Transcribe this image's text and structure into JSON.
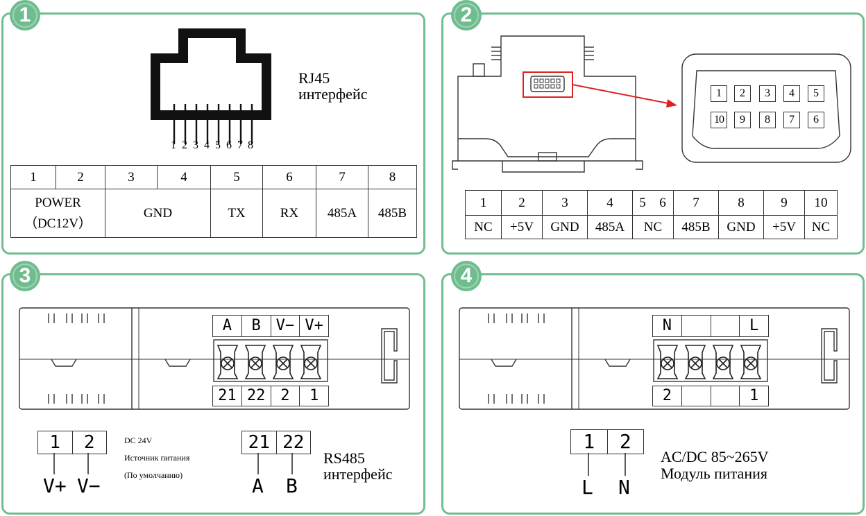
{
  "accent_color": "#6fbd8f",
  "highlight_color": "#e02020",
  "panel1": {
    "badge": "1",
    "title_line1": "RJ45",
    "title_line2": "интерфейс",
    "pin_numbers": [
      "1",
      "2",
      "3",
      "4",
      "5",
      "6",
      "7",
      "8"
    ],
    "header": [
      "1",
      "2",
      "3",
      "4",
      "5",
      "6",
      "7",
      "8"
    ],
    "power_line1": "POWER",
    "power_line2": "（DC12V）",
    "gnd": "GND",
    "tx": "TX",
    "rx": "RX",
    "a485": "485A",
    "b485": "485B"
  },
  "panel2": {
    "badge": "2",
    "connector_top": [
      "1",
      "2",
      "3",
      "4",
      "5"
    ],
    "connector_bottom": [
      "10",
      "9",
      "8",
      "7",
      "6"
    ],
    "header": [
      "1",
      "2",
      "3",
      "4",
      "5",
      "6",
      "7",
      "8",
      "9",
      "10"
    ],
    "values": [
      "NC",
      "+5V",
      "GND",
      "485A",
      "NC",
      "485B",
      "GND",
      "+5V",
      "NC"
    ]
  },
  "panel3": {
    "badge": "3",
    "term_top": [
      "A",
      "B",
      "V−",
      "V+"
    ],
    "term_bottom": [
      "21",
      "22",
      "2",
      "1"
    ],
    "power_box": [
      "1",
      "2"
    ],
    "power_labels": [
      "V+",
      "V−"
    ],
    "dc_line1": "DC 24V",
    "dc_line2": "Источник питания",
    "dc_line3": "(По умолчанию)",
    "rs_box": [
      "21",
      "22"
    ],
    "rs_labels": [
      "A",
      "B"
    ],
    "rs_line1": "RS485",
    "rs_line2": "интерфейс"
  },
  "panel4": {
    "badge": "4",
    "term_top": [
      "N",
      "",
      "",
      "L"
    ],
    "term_bottom": [
      "2",
      "",
      "",
      "1"
    ],
    "box": [
      "1",
      "2"
    ],
    "labels": [
      "L",
      "N"
    ],
    "ac_line1": "AC/DC 85~265V",
    "ac_line2": "Модуль питания"
  }
}
